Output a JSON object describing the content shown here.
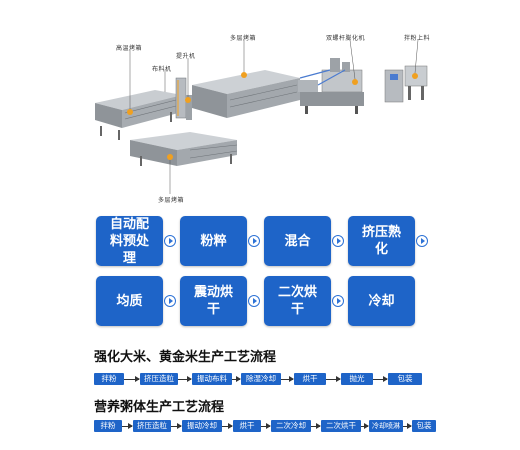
{
  "machine_labels": {
    "high_temp_oven": "高温烤箱",
    "cloth_feeder": "布料机",
    "lift_conveyor": "提升机",
    "multi_layer_oven_top": "多层烤箱",
    "twin_screw_extruder": "双螺杆膨化机",
    "mixer_feeder": "拌粉上料",
    "multi_layer_oven_bottom": "多层烤箱"
  },
  "process_steps": [
    "自动配料预处理",
    "粉粹",
    "混合",
    "挤压熟化",
    "均质",
    "震动烘干",
    "二次烘干",
    "冷却"
  ],
  "flow1": {
    "title": "强化大米、黄金米生产工艺流程",
    "steps": [
      "拌粉",
      "挤压造粒",
      "振动布料",
      "除湿冷却",
      "烘干",
      "抛光",
      "包装"
    ]
  },
  "flow2": {
    "title": "营养粥体生产工艺流程",
    "steps": [
      "拌粉",
      "挤压造粒",
      "振动冷却",
      "烘干",
      "二次冷却",
      "二次烘干",
      "冷却喷淋",
      "包装"
    ]
  },
  "colors": {
    "step_blue": "#1e64c8",
    "machine_gray": "#8f9499",
    "marker_orange": "#f0a020"
  },
  "icons": [
    "arrow-circle-icon",
    "arrow-right-icon"
  ]
}
